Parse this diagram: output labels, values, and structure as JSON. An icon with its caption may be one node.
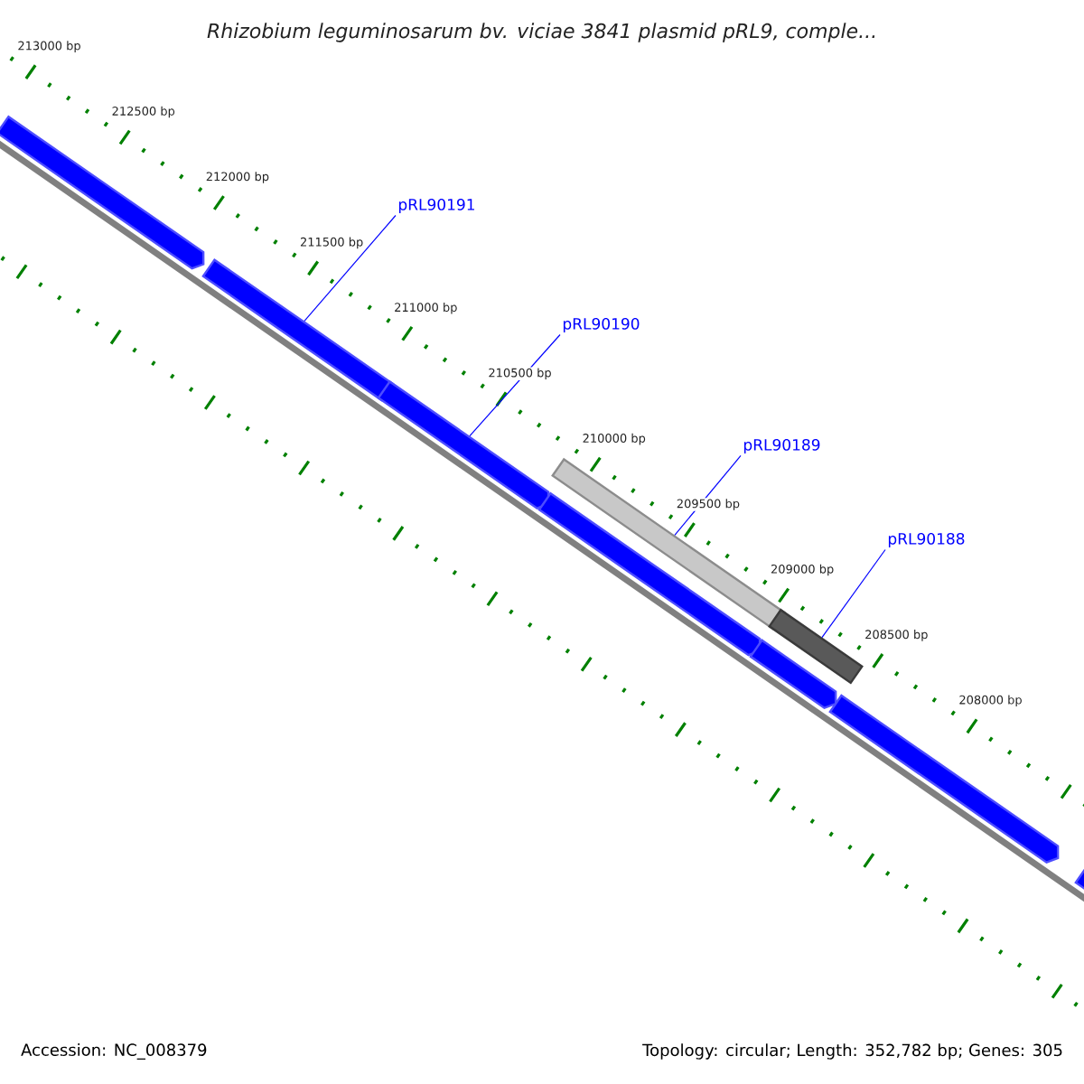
{
  "diagram": {
    "title": "Rhizobium leguminosarum bv. viciae 3841 plasmid pRL9, comple...",
    "nodes": [
      {
        "text": [
          "pRL90191"
        ]
      },
      {
        "text": [
          "pRL90190"
        ]
      },
      {
        "text": [
          "pRL90189"
        ]
      },
      {
        "text": [
          "pRL90188"
        ]
      },
      {
        "text": [],
        "shape": "arrow"
      },
      {
        "text": [],
        "shape": "arrow"
      },
      {
        "text": [],
        "shape": "arrow"
      },
      {
        "text": [],
        "shape": "arrow"
      },
      {
        "text": [],
        "shape": "bar"
      },
      {
        "text": [],
        "shape": "arrow"
      },
      {
        "text": [],
        "shape": "bar"
      },
      {
        "text": [],
        "shape": "arrow"
      },
      {
        "text": [],
        "shape": "arrow"
      }
    ],
    "edges": [
      {
        "from": 0,
        "to": 5,
        "arrow": "none"
      },
      {
        "from": 1,
        "to": 6,
        "arrow": "none"
      },
      {
        "from": 2,
        "to": 8,
        "arrow": "none"
      },
      {
        "from": 3,
        "to": 10,
        "arrow": "none"
      }
    ],
    "labels": [
      "213000 bp",
      "212500 bp",
      "212000 bp",
      "211500 bp",
      "211000 bp",
      "210500 bp",
      "210000 bp",
      "209500 bp",
      "209000 bp",
      "208500 bp",
      "208000 bp",
      "Accession: NC_008379",
      "Topology: circular; Length: 352,782 bp; Genes: 305"
    ]
  }
}
